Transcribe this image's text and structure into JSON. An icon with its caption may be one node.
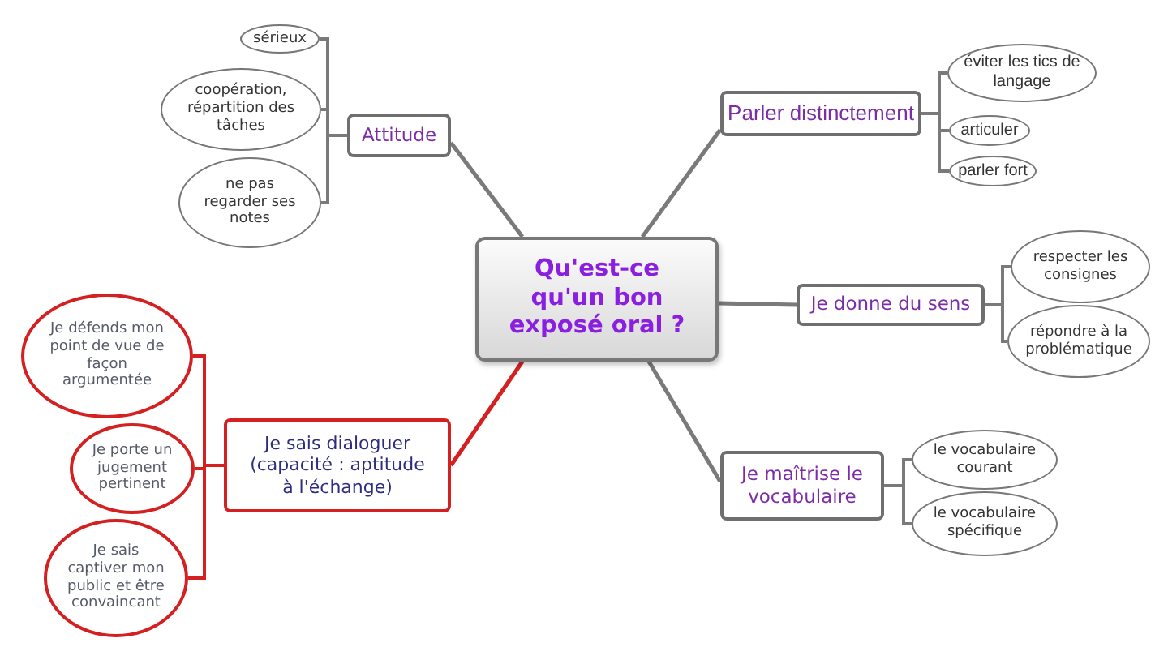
{
  "diagram": {
    "nodes": [
      {
        "text": [
          "Qu'est-ce qu'un bon exposé oral ?"
        ]
      },
      {
        "text": [
          "Attitude"
        ]
      },
      {
        "text": [
          "sérieux"
        ]
      },
      {
        "text": [
          "coopération, répartition des tâches"
        ]
      },
      {
        "text": [
          "ne pas regarder ses notes"
        ]
      },
      {
        "text": [
          "Parler distinctement"
        ]
      },
      {
        "text": [
          "éviter les tics de langage"
        ]
      },
      {
        "text": [
          "articuler"
        ]
      },
      {
        "text": [
          "parler fort"
        ]
      },
      {
        "text": [
          "Je donne du sens"
        ]
      },
      {
        "text": [
          "respecter les consignes"
        ]
      },
      {
        "text": [
          "répondre à la problématique"
        ]
      },
      {
        "text": [
          "Je sais dialoguer (capacité : aptitude à l'échange)"
        ]
      },
      {
        "text": [
          "Je défends mon point de vue de façon argumentée"
        ]
      },
      {
        "text": [
          "Je porte un jugement pertinent"
        ]
      },
      {
        "text": [
          "Je sais captiver mon public et être convaincant"
        ]
      },
      {
        "text": [
          "Je maîtrise le vocabulaire"
        ]
      },
      {
        "text": [
          "le vocabulaire courant"
        ]
      },
      {
        "text": [
          "le vocabulaire spécifique"
        ]
      }
    ],
    "edges": [
      {
        "from": 0,
        "to": 1,
        "arrow": "none"
      },
      {
        "from": 0,
        "to": 5,
        "arrow": "none"
      },
      {
        "from": 0,
        "to": 9,
        "arrow": "none"
      },
      {
        "from": 0,
        "to": 12,
        "arrow": "none",
        "color": "#d42020"
      },
      {
        "from": 0,
        "to": 16,
        "arrow": "none"
      },
      {
        "from": 1,
        "to": 2,
        "arrow": "none"
      },
      {
        "from": 1,
        "to": 3,
        "arrow": "none"
      },
      {
        "from": 1,
        "to": 4,
        "arrow": "none"
      },
      {
        "from": 5,
        "to": 6,
        "arrow": "none"
      },
      {
        "from": 5,
        "to": 7,
        "arrow": "none"
      },
      {
        "from": 5,
        "to": 8,
        "arrow": "none"
      },
      {
        "from": 9,
        "to": 10,
        "arrow": "none"
      },
      {
        "from": 9,
        "to": 11,
        "arrow": "none"
      },
      {
        "from": 12,
        "to": 13,
        "arrow": "none",
        "color": "#d42020"
      },
      {
        "from": 12,
        "to": 14,
        "arrow": "none",
        "color": "#d42020"
      },
      {
        "from": 12,
        "to": 15,
        "arrow": "none",
        "color": "#d42020"
      },
      {
        "from": 16,
        "to": 17,
        "arrow": "none"
      },
      {
        "from": 16,
        "to": 18,
        "arrow": "none"
      }
    ]
  }
}
